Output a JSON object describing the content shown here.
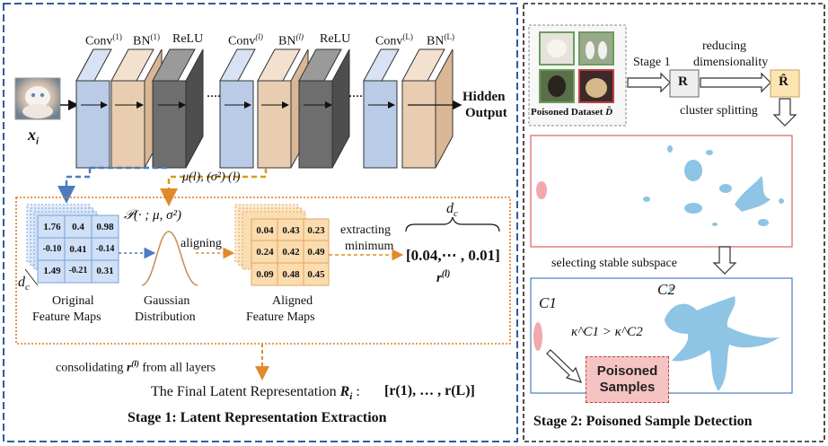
{
  "stage1": {
    "input_label": "x",
    "input_sub": "i",
    "layer_labels": {
      "conv1": "Conv",
      "conv1_sup": "(1)",
      "bn1": "BN",
      "bn1_sup": "(1)",
      "relu1": "ReLU",
      "convl": "Conv",
      "convl_sup": "(l)",
      "bnl": "BN",
      "bnl_sup": "(l)",
      "relul": "ReLU",
      "convL": "Conv",
      "convL_sup": "(L)",
      "bnL": "BN",
      "bnL_sup": "(L)"
    },
    "hidden_output": [
      "Hidden",
      "Output"
    ],
    "stats_label": "μ(l), (σ²) (l)",
    "original_maps": {
      "values": [
        [
          "1.76",
          "0.4",
          "0.98"
        ],
        [
          "-0.10",
          "0.41",
          "-0.14"
        ],
        [
          "1.49",
          "-0.21",
          "0.31"
        ]
      ],
      "caption": [
        "Original",
        "Feature Maps"
      ],
      "depth_label": "d",
      "depth_sub": "c"
    },
    "gaussian": {
      "formula": "𝒫(· ; μ, σ²)",
      "caption": [
        "Gaussian",
        "Distribution"
      ]
    },
    "aligning_label": "aligning",
    "aligned_maps": {
      "values": [
        [
          "0.04",
          "0.43",
          "0.23"
        ],
        [
          "0.24",
          "0.42",
          "0.49"
        ],
        [
          "0.09",
          "0.48",
          "0.45"
        ]
      ],
      "caption": [
        "Aligned",
        "Feature Maps"
      ]
    },
    "extracting_label": [
      "extracting",
      "minimum"
    ],
    "dc_label": "d",
    "dc_sub": "c",
    "vector_label": "[0.04,⋯ , 0.01]",
    "r_label": "r",
    "r_sup": "(l)",
    "consolidating_label": "consolidating",
    "consolidating_tail": "from all layers",
    "final_label": "The Final Latent Representation",
    "final_R": "R",
    "final_R_sub": "i",
    "final_vector": "[r(1), … , r(L)]",
    "title": "Stage 1: Latent Representation Extraction"
  },
  "stage2": {
    "dataset_label": "Poisoned Dataset",
    "dataset_symbol": "D̂",
    "stage1_label": "Stage 1",
    "R_label": "R",
    "R_hat_label": "R̂",
    "reducing_label": [
      "reducing",
      "dimensionality"
    ],
    "cluster_label": "cluster splitting",
    "selecting_label": "selecting stable subspace",
    "C1": "C1",
    "C2": "C2",
    "kappa_label": "κ^C1 > κ^C2",
    "poisoned_samples": [
      "Poisoned",
      "Samples"
    ],
    "title": "Stage 2: Poisoned Sample Detection"
  },
  "colors": {
    "stage1_border": "#2f5c9e",
    "stage2_border": "#222222",
    "dotted_orange": "#e07a1f",
    "conv_blue": "#b9cbe6",
    "bn_tan": "#e9cdb1",
    "relu_gray": "#6e6e6e",
    "cluster_blue": "#8ec4e4",
    "cluster_pink": "#f1a9ad",
    "grid_blue": "#cfe0f7",
    "grid_orange": "#fbdcae"
  }
}
